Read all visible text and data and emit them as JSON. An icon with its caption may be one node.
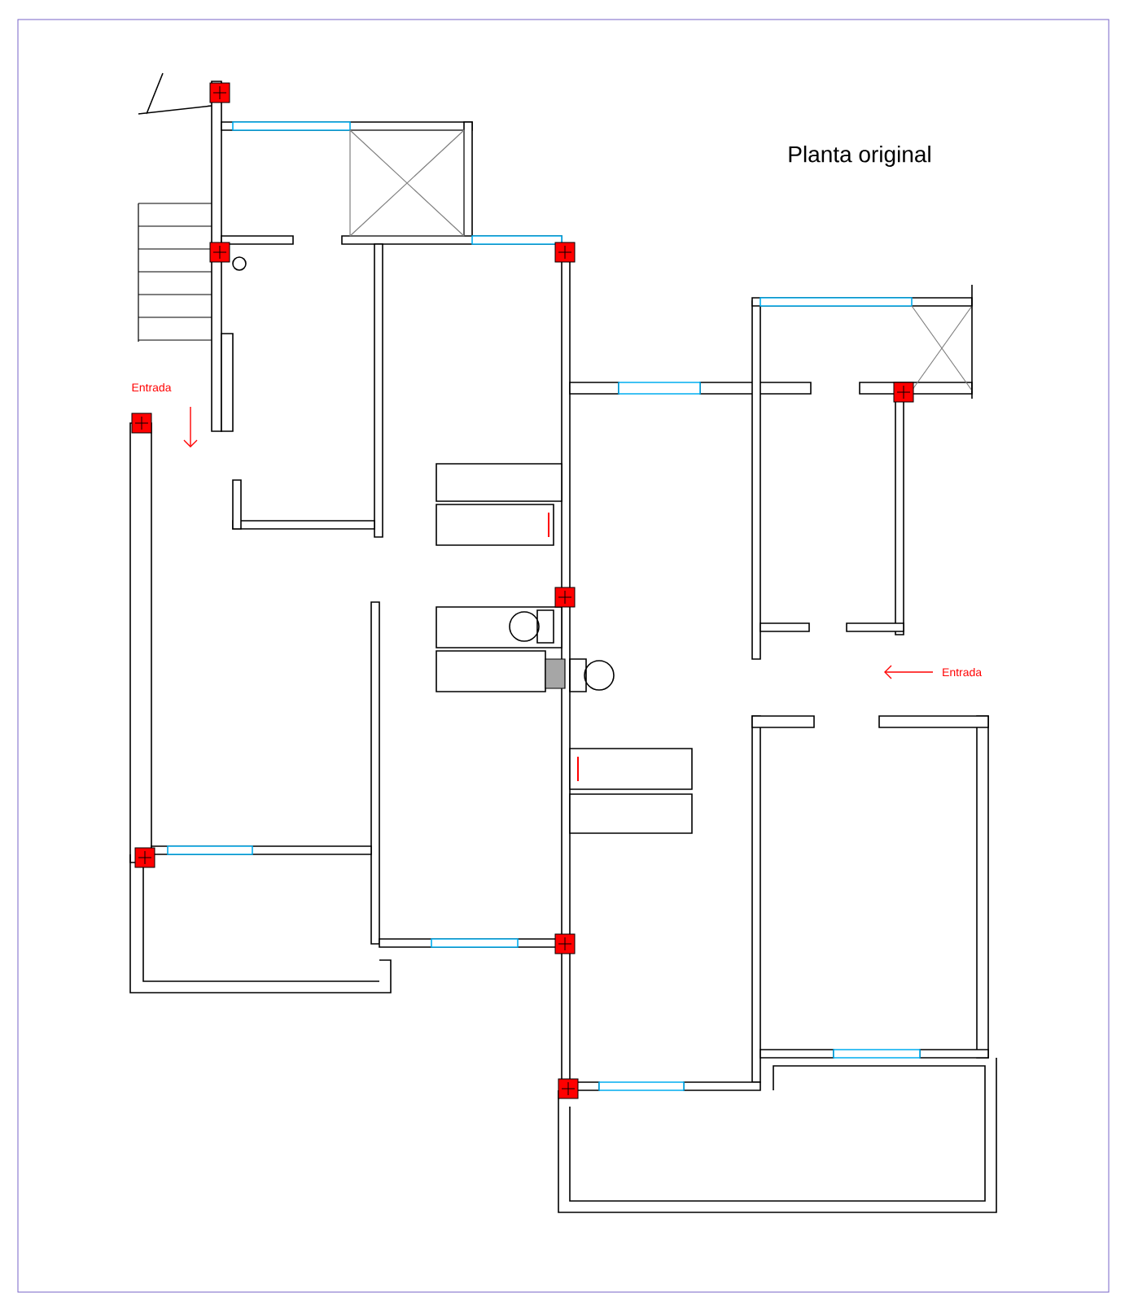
{
  "diagram": {
    "title": "Planta original",
    "labels": [
      "Entrada",
      "Entrada"
    ]
  }
}
